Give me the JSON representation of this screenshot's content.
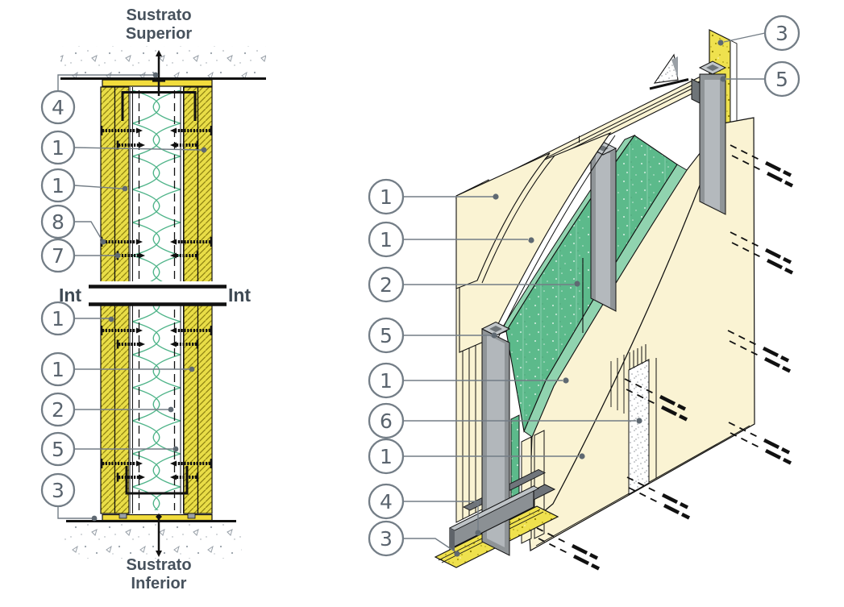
{
  "left_section": {
    "substrate_top_line1": "Sustrato",
    "substrate_top_line2": "Superior",
    "substrate_bottom_line1": "Sustrato",
    "substrate_bottom_line2": "Inferior",
    "interior_label_left": "Int",
    "interior_label_right": "Int",
    "callouts": [
      "4",
      "1",
      "1",
      "8",
      "7",
      "1",
      "1",
      "2",
      "5",
      "3"
    ]
  },
  "isometric_view": {
    "callouts_left": [
      "1",
      "1",
      "2",
      "5",
      "1",
      "6",
      "1",
      "4",
      "3"
    ],
    "callouts_right": [
      "3",
      "5"
    ]
  },
  "colors": {
    "board_hatch_yellow": "#E9DD47",
    "insulation_wool_green": "#4FB489",
    "panel_cream": "#FAF3D3",
    "insulation_board_green": "#5CBA8B",
    "steel_gray": "#8F9497",
    "gasket_yellow": "#F2DC3C",
    "callout_gray": "#737D86",
    "line_black": "#111111"
  }
}
